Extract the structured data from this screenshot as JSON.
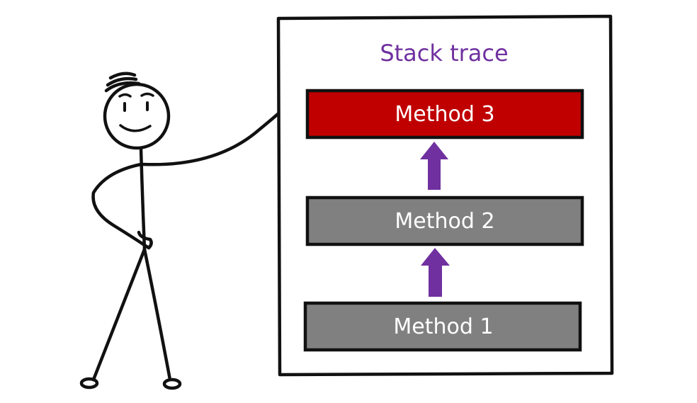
{
  "diagram": {
    "title": "Stack trace",
    "frames": [
      {
        "label": "Method 3",
        "state": "active",
        "fill": "#c00000"
      },
      {
        "label": "Method 2",
        "state": "normal",
        "fill": "#808080"
      },
      {
        "label": "Method 1",
        "state": "normal",
        "fill": "#808080"
      }
    ],
    "colors": {
      "title": "#7030a0",
      "arrow": "#7030a0",
      "outline": "#111111",
      "label": "#ffffff"
    },
    "icons": [
      "stick-figure-pointing",
      "up-arrow"
    ]
  }
}
